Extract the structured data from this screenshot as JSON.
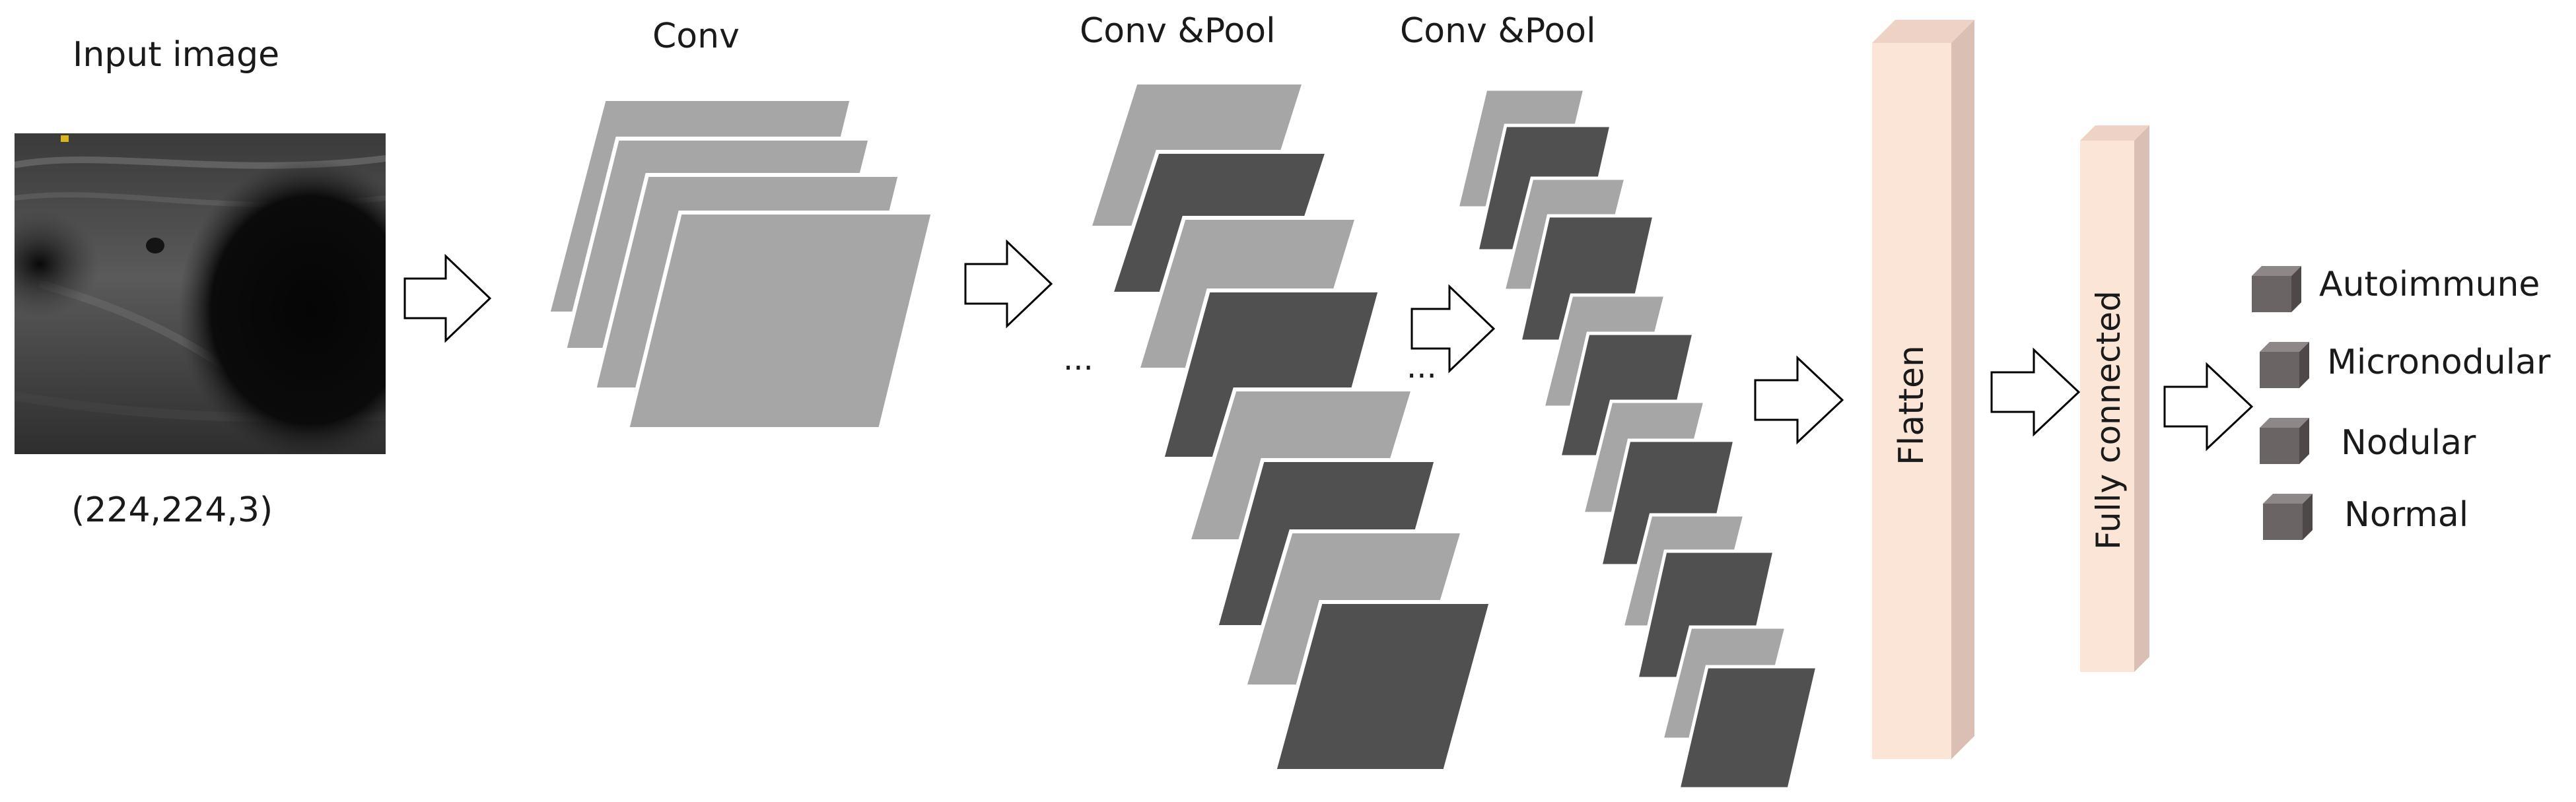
{
  "input": {
    "title": "Input image",
    "shape": "(224,224,3)"
  },
  "stages": {
    "conv": "Conv",
    "conv_pool_1": "Conv &Pool",
    "conv_pool_2": "Conv &Pool",
    "ellipsis_1": "...",
    "ellipsis_2": "...",
    "flatten": "Flatten",
    "fully_connected": "Fully connected"
  },
  "outputs": [
    "Autoimmune",
    "Micronodular",
    "Nodular",
    "Normal"
  ],
  "colors": {
    "light_map": "#a6a6a6",
    "dark_map": "#505050",
    "bar_face": "#fbe5d6",
    "bar_side": "#d9bfb4",
    "cube": "#6b6465"
  }
}
